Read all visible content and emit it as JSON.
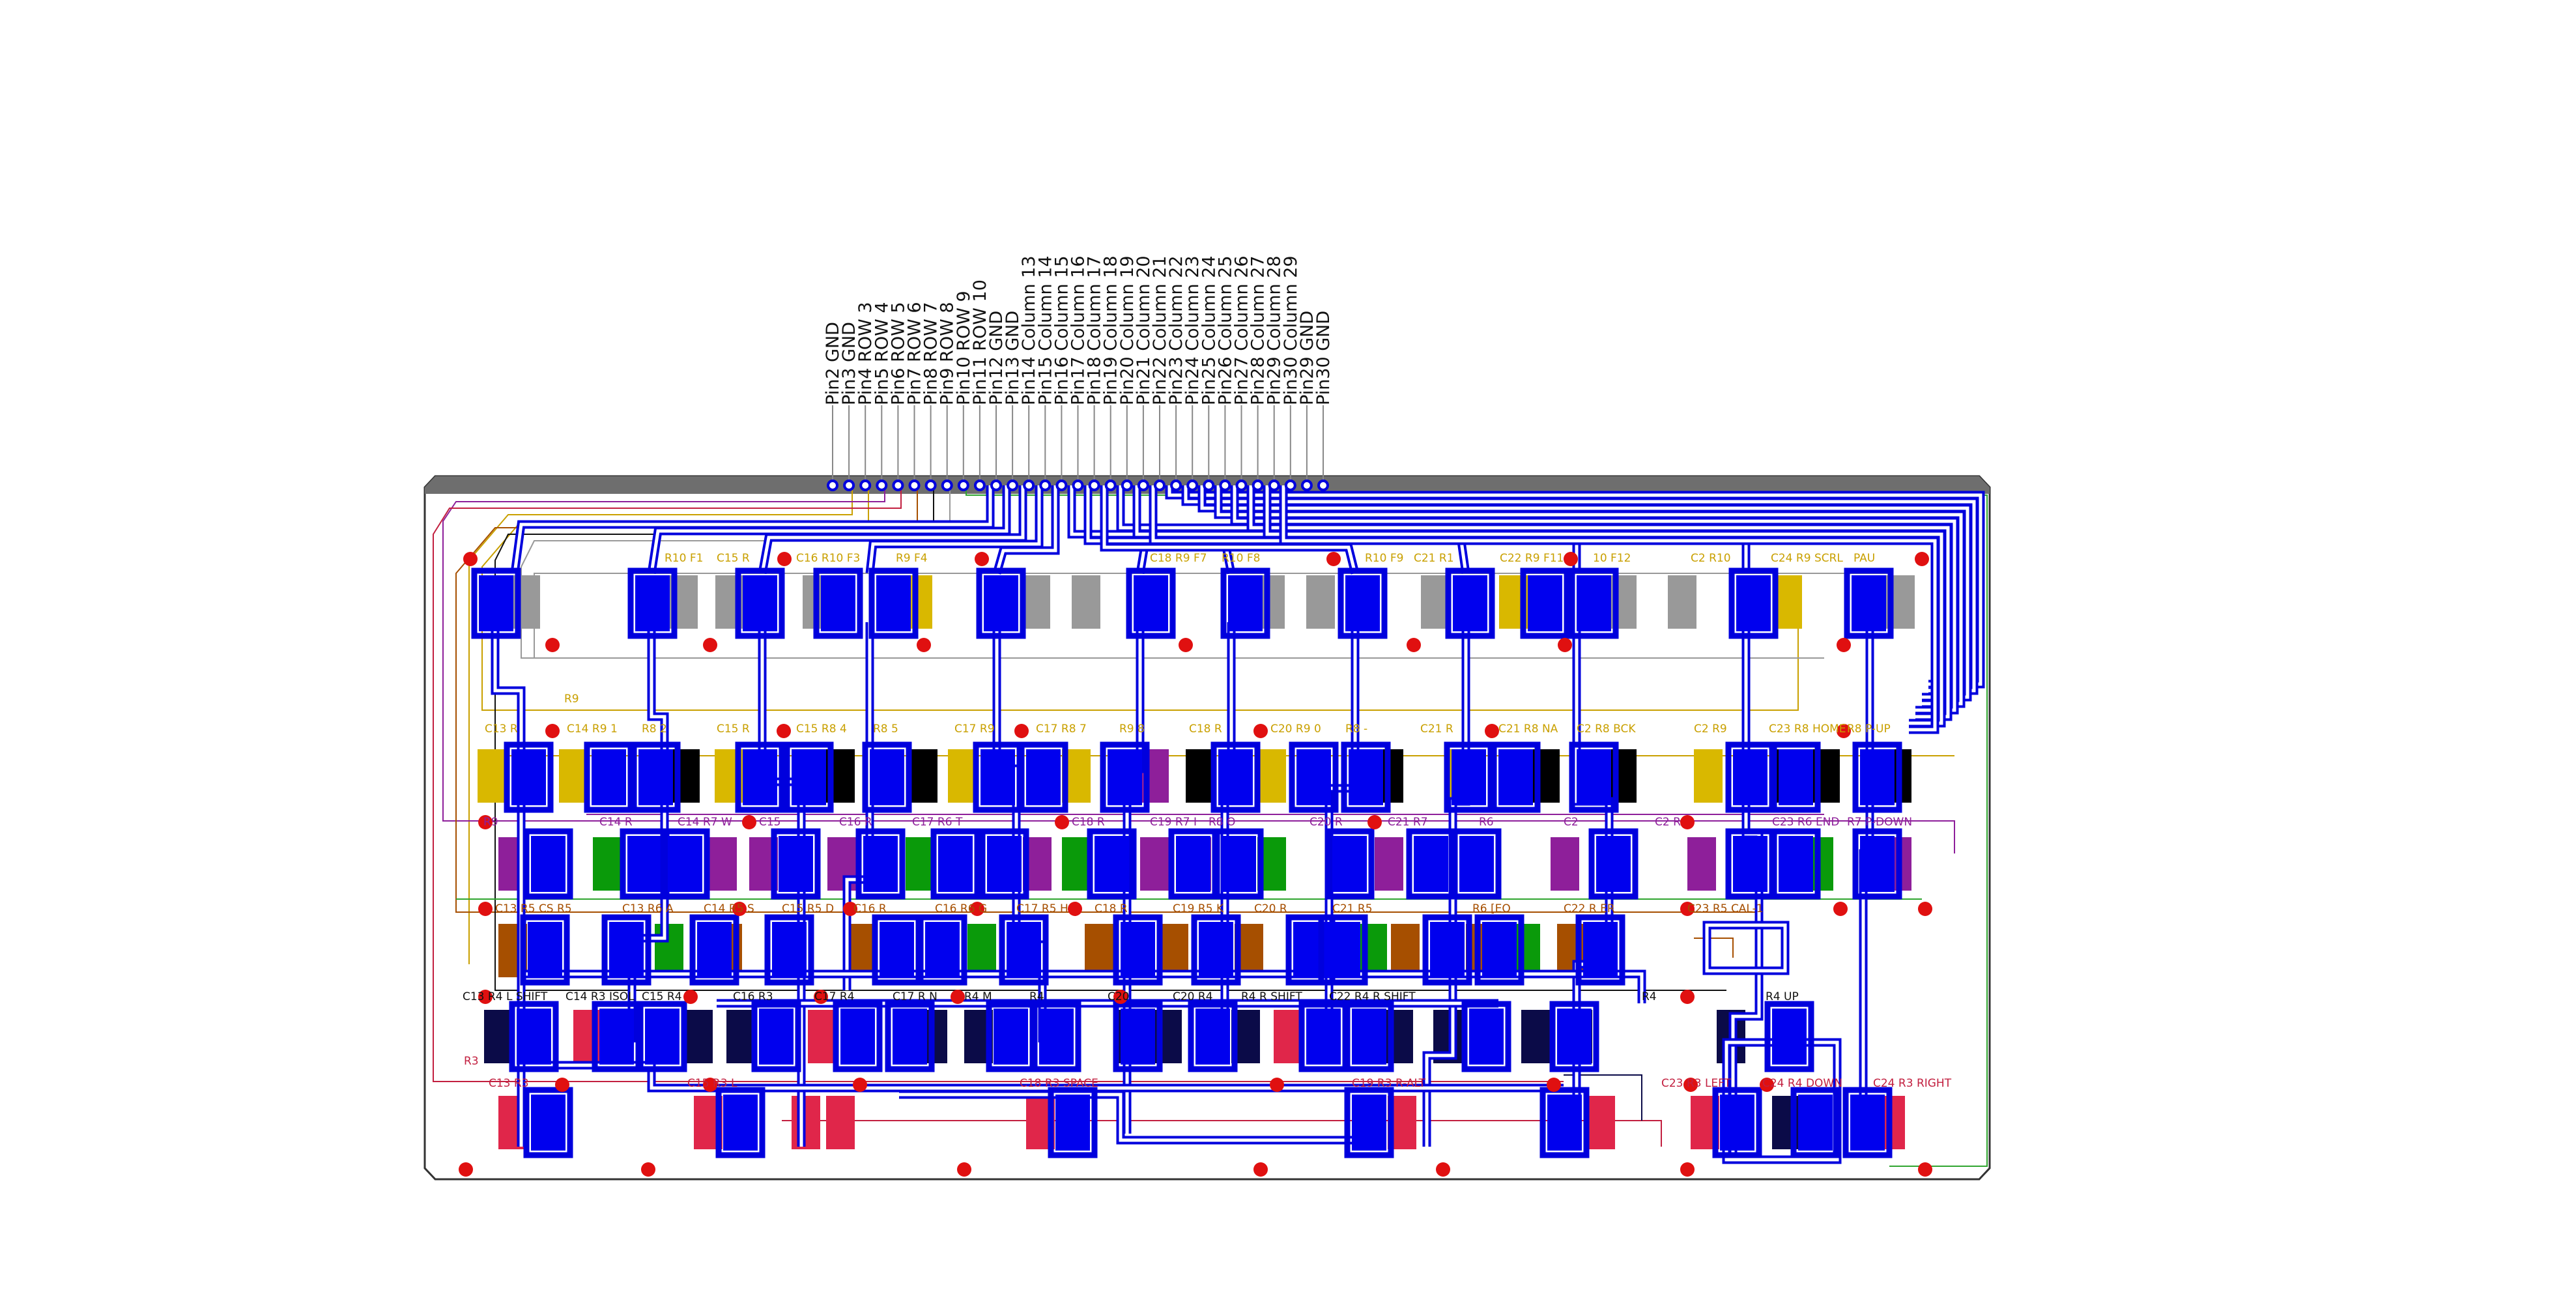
{
  "connector": {
    "pins": [
      {
        "num": "Pin2",
        "signal": "GND"
      },
      {
        "num": "Pin3",
        "signal": "GND"
      },
      {
        "num": "Pin4",
        "signal": "ROW 3"
      },
      {
        "num": "Pin5",
        "signal": "ROW 4"
      },
      {
        "num": "Pin6",
        "signal": "ROW 5"
      },
      {
        "num": "Pin7",
        "signal": "ROW 6"
      },
      {
        "num": "Pin8",
        "signal": "ROW 7"
      },
      {
        "num": "Pin9",
        "signal": "ROW 8"
      },
      {
        "num": "Pin10",
        "signal": "ROW 9"
      },
      {
        "num": "Pin11",
        "signal": "ROW 10"
      },
      {
        "num": "Pin12",
        "signal": "GND"
      },
      {
        "num": "Pin13",
        "signal": "GND"
      },
      {
        "num": "Pin14",
        "signal": "Column 13"
      },
      {
        "num": "Pin15",
        "signal": "Column 14"
      },
      {
        "num": "Pin16",
        "signal": "Column 15"
      },
      {
        "num": "Pin17",
        "signal": "Column 16"
      },
      {
        "num": "Pin18",
        "signal": "Column 17"
      },
      {
        "num": "Pin19",
        "signal": "Column 18"
      },
      {
        "num": "Pin20",
        "signal": "Column 19"
      },
      {
        "num": "Pin21",
        "signal": "Column 20"
      },
      {
        "num": "Pin22",
        "signal": "Column 21"
      },
      {
        "num": "Pin23",
        "signal": "Column 22"
      },
      {
        "num": "Pin24",
        "signal": "Column 23"
      },
      {
        "num": "Pin25",
        "signal": "Column 24"
      },
      {
        "num": "Pin26",
        "signal": "Column 25"
      },
      {
        "num": "Pin27",
        "signal": "Column 26"
      },
      {
        "num": "Pin28",
        "signal": "Column 27"
      },
      {
        "num": "Pin29",
        "signal": "Column 28"
      },
      {
        "num": "Pin30",
        "signal": "Column 29"
      },
      {
        "num": "Pin29",
        "signal": "GND"
      },
      {
        "num": "Pin30",
        "signal": "GND"
      }
    ]
  },
  "row_labels": {
    "r9": "R9",
    "r3": "R3"
  },
  "keyrows": [
    {
      "name": "row10",
      "color": "#999999",
      "text_color": "#c9a000",
      "labels": [
        "",
        "R10 F1",
        "C15 R",
        "C16 R10 F3",
        "R9 F4",
        "",
        "C18 R9 F7",
        "R10 F8",
        "R10 F9",
        "C21 R1",
        "C22 R9 F11",
        "10 F12",
        "C2 R10",
        "C24 R9 SCRL",
        "PAU"
      ]
    },
    {
      "name": "row8",
      "color": "#000000",
      "text_color": "#c9a000",
      "labels": [
        "C13 R",
        "C14 R9 1",
        "R8 2",
        "C15 R",
        "C15 R8 4",
        "R8 5",
        "C17 R9",
        "C17 R8 7",
        "R9 8",
        "C18 R",
        "C20 R9 0",
        "R8 -",
        "C21 R",
        "C21 R8 NA",
        "C2 R8 BCK",
        "C2 R9",
        "C23 R8 HOME",
        "R8 P-UP"
      ]
    },
    {
      "name": "row7",
      "color": "#8e1f9a",
      "text_color": "#8e1f9a",
      "labels": [
        "R9",
        "C14 R",
        "C14 R7 W",
        "C15",
        "C16 R",
        "C17 R6 T",
        "C18 R",
        "C19 R7 I",
        "R8 O",
        "C20 R",
        "C21 R7",
        "R6",
        "C2",
        "C2 R",
        "C23 R6 END",
        "R7 P-DOWN"
      ]
    },
    {
      "name": "row5",
      "color": "#a64f00",
      "text_color": "#a64f00",
      "labels": [
        "C13 R5 CS R5",
        "C13 R6 A",
        "C14 R5 S",
        "C15 R5 D",
        "C16 R",
        "C16 R6 G",
        "C17 R5 H",
        "C18 R",
        "C19 R5 K",
        "C20 R",
        "C21 R5",
        "R6 [EO",
        "C22 R ER",
        "C23 R5 CAL-1"
      ]
    },
    {
      "name": "row4",
      "color": "#0b0b48",
      "text_color": "#111111",
      "labels": [
        "C13 R4 L SHIFT",
        "C14 R3 ISOL",
        "C15 R4",
        "C16 R3",
        "C17 R4",
        "C17 R N",
        "R4 M",
        "R4",
        "C20",
        "C20 R4",
        "R4 R SHIFT",
        "C22 R4 R SHIFT",
        "R4",
        "R4 UP"
      ]
    },
    {
      "name": "row3",
      "color": "#e0264a",
      "text_color": "#c21f3f",
      "labels": [
        "C13 R3",
        "C15 R3 L",
        "C18 R3 SPACE",
        "C19 R3 R-ALT",
        "C23 R3 LEFT",
        "C24 R4 DOWN",
        "C24 R3 RIGHT"
      ]
    }
  ]
}
